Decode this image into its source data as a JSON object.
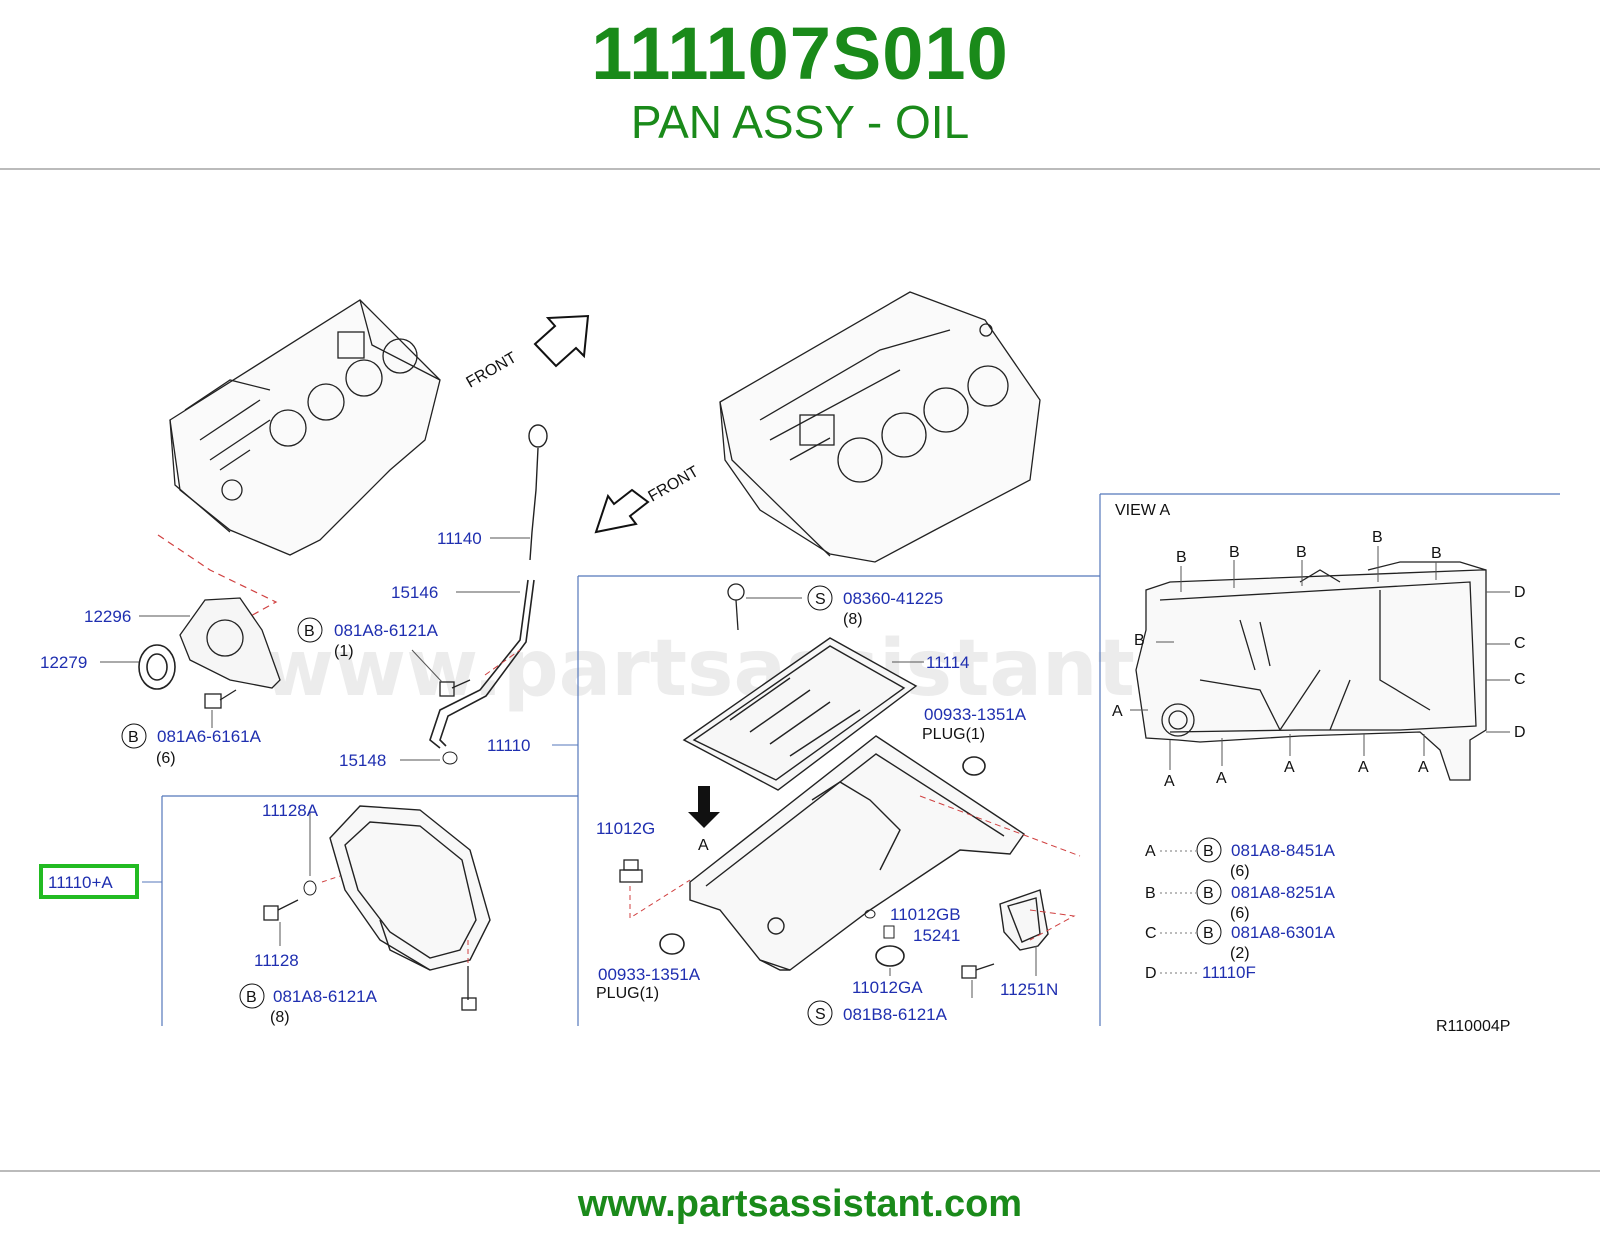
{
  "header": {
    "part_number": "111107S010",
    "part_name": "PAN ASSY - OIL"
  },
  "footer": {
    "url": "www.partsassistant.com"
  },
  "diagram": {
    "watermark": "www.partsassistant.com",
    "front_label_left": "FRONT",
    "front_label_right": "FRONT",
    "view_title": "VIEW   A",
    "arrow_label": "A",
    "ref_code": "R110004P",
    "highlight_color": "#22bb22",
    "label_color": "#1f2fb0",
    "callouts": {
      "p12296": "12296",
      "p12279": "12279",
      "p081A6_6161A": "081A6-6161A",
      "p081A6_qty": "(6)",
      "p11140": "11140",
      "p15146": "15146",
      "p081A8_6121A_top": "081A8-6121A",
      "p081A8_6121A_top_qty": "(1)",
      "p15148": "15148",
      "p11110": "11110",
      "p11110A": "11110+A",
      "p11128A": "11128A",
      "p11128": "11128",
      "p081A8_6121A_bottom": "081A8-6121A",
      "p081A8_6121A_bottom_qty": "(8)",
      "p08360_41225": "08360-41225",
      "p08360_qty": "(8)",
      "p11114": "11114",
      "p00933_right": "00933-1351A",
      "plug_right": "PLUG(1)",
      "p11012G": "11012G",
      "p11012GB": "11012GB",
      "p15241": "15241",
      "p00933_left": "00933-1351A",
      "plug_left": "PLUG(1)",
      "p11012GA": "11012GA",
      "p11251N": "11251N",
      "p081B8_6121A": "081B8-6121A"
    },
    "badges": {
      "B": "B",
      "S": "S"
    },
    "view_letters": {
      "A": "A",
      "B": "B",
      "C": "C",
      "D": "D"
    },
    "legend": [
      {
        "key": "A",
        "badge": "B",
        "part": "081A8-8451A",
        "qty": "(6)"
      },
      {
        "key": "B",
        "badge": "B",
        "part": "081A8-8251A",
        "qty": "(6)"
      },
      {
        "key": "C",
        "badge": "B",
        "part": "081A8-6301A",
        "qty": "(2)"
      },
      {
        "key": "D",
        "badge": "",
        "part": "11110F",
        "qty": ""
      }
    ]
  }
}
